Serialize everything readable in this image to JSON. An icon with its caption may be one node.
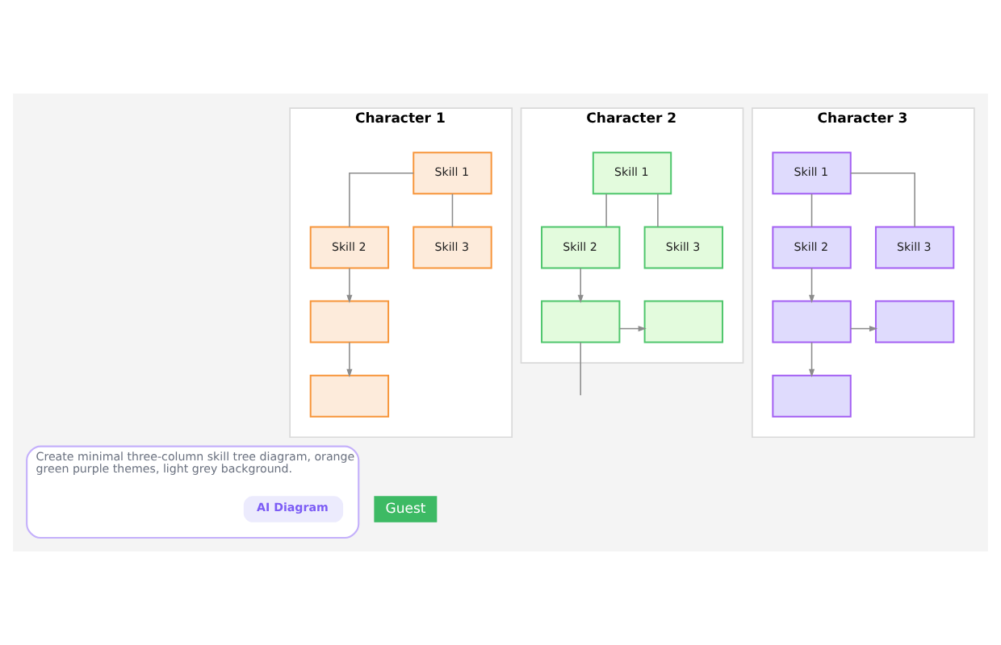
{
  "diagram": {
    "nodes": [
      {
        "text": [
          "Character 1"
        ]
      },
      {
        "text": [
          "Skill 1"
        ],
        "in": 0
      },
      {
        "text": [
          "Skill 2"
        ],
        "in": 0
      },
      {
        "text": [
          "Skill 3"
        ],
        "in": 0
      },
      {
        "text": [],
        "shape": "box",
        "in": 0
      },
      {
        "text": [],
        "shape": "box",
        "in": 0
      },
      {
        "text": [
          "Character 2"
        ]
      },
      {
        "text": [
          "Skill 1"
        ],
        "in": 6
      },
      {
        "text": [
          "Skill 2"
        ],
        "in": 6
      },
      {
        "text": [
          "Skill 3"
        ],
        "in": 6
      },
      {
        "text": [],
        "shape": "box",
        "in": 6
      },
      {
        "text": [],
        "shape": "box",
        "in": 6
      },
      {
        "text": [
          "Character 3"
        ]
      },
      {
        "text": [
          "Skill 1"
        ],
        "in": 12
      },
      {
        "text": [
          "Skill 2"
        ],
        "in": 12
      },
      {
        "text": [
          "Skill 3"
        ],
        "in": 12
      },
      {
        "text": [],
        "shape": "box",
        "in": 12
      },
      {
        "text": [],
        "shape": "box",
        "in": 12
      },
      {
        "text": [],
        "shape": "box",
        "in": 12
      },
      {
        "text": [
          "Create minimal three-column skill tree diagram, orange green purple themes, light grey background."
        ]
      },
      {
        "text": [
          "AI Diagram"
        ],
        "in": 19
      },
      {
        "text": [
          "Guest"
        ]
      }
    ],
    "edges": [
      {
        "from": 1,
        "to": 2,
        "arrow": "none"
      },
      {
        "from": 1,
        "to": 3,
        "arrow": "none"
      },
      {
        "from": 2,
        "to": 4,
        "arrow": "to"
      },
      {
        "from": 4,
        "to": 5,
        "arrow": "to"
      },
      {
        "from": 7,
        "to": 8,
        "arrow": "none"
      },
      {
        "from": 7,
        "to": 9,
        "arrow": "none"
      },
      {
        "from": 8,
        "to": 10,
        "arrow": "to"
      },
      {
        "from": 10,
        "to": 11,
        "arrow": "to"
      },
      {
        "from": 10,
        "to": null,
        "arrow": "none"
      },
      {
        "from": 13,
        "to": 14,
        "arrow": "none"
      },
      {
        "from": 13,
        "to": 15,
        "arrow": "none"
      },
      {
        "from": 14,
        "to": 16,
        "arrow": "to"
      },
      {
        "from": 16,
        "to": 17,
        "arrow": "to"
      },
      {
        "from": 16,
        "to": 18,
        "arrow": "to"
      }
    ]
  }
}
